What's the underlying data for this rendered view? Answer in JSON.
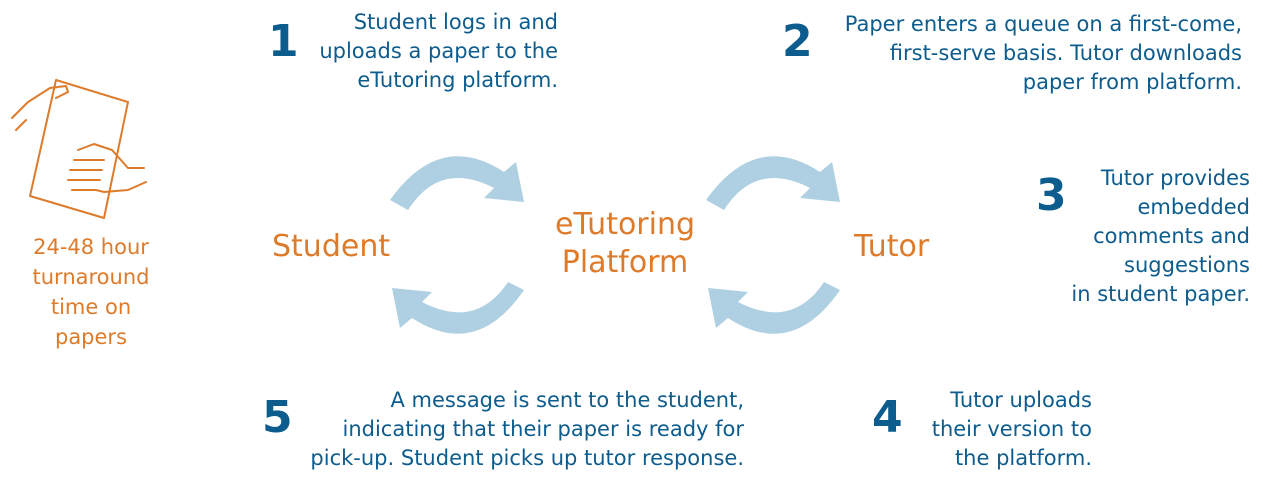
{
  "colors": {
    "step": "#0d5c8e",
    "accent": "#de7b2b",
    "arrow": "#aed0e2"
  },
  "icons": {
    "hands_paper": "hands-passing-paper-icon"
  },
  "side_note": [
    "24-48 hour",
    "turnaround",
    "time on",
    "papers"
  ],
  "nodes": {
    "student": "Student",
    "platform": [
      "eTutoring",
      "Platform"
    ],
    "tutor": "Tutor"
  },
  "steps": [
    {
      "number": "1",
      "lines": [
        "Student logs in and",
        "uploads a paper to the",
        "eTutoring platform."
      ]
    },
    {
      "number": "2",
      "lines": [
        "Paper enters a queue on a first-come,",
        "first-serve basis. Tutor downloads",
        "paper from platform."
      ]
    },
    {
      "number": "3",
      "lines": [
        "Tutor provides",
        "embedded",
        "comments and",
        "suggestions",
        "in student paper."
      ]
    },
    {
      "number": "4",
      "lines": [
        "Tutor uploads",
        "their version to",
        "the platform."
      ]
    },
    {
      "number": "5",
      "lines": [
        "A message is sent to the student,",
        "indicating that their paper is ready for",
        "pick-up. Student picks up tutor response."
      ]
    }
  ]
}
